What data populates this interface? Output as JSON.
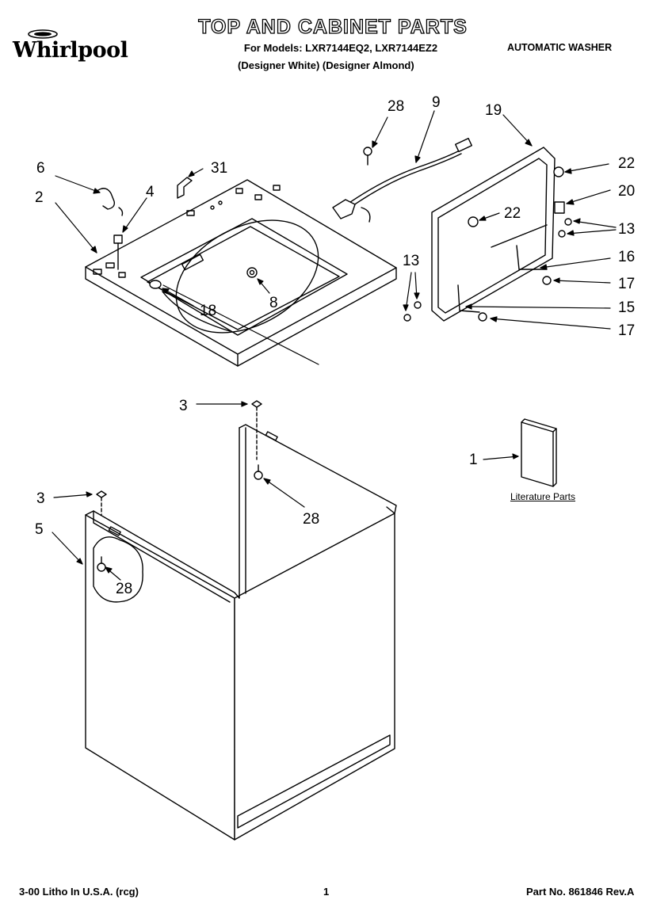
{
  "header": {
    "brand": "Whirlpool",
    "title": "TOP AND CABINET PARTS",
    "models_line": "For Models: LXR7144EQ2, LXR7144EZ2",
    "variants_line": "(Designer White)  (Designer Almond)",
    "product": "AUTOMATIC WASHER"
  },
  "literature_label": "Literature Parts",
  "callouts": {
    "c28_top": "28",
    "c9": "9",
    "c19": "19",
    "c6": "6",
    "c31": "31",
    "c2": "2",
    "c4": "4",
    "c22_right": "22",
    "c20": "20",
    "c22_mid": "22",
    "c13_right": "13",
    "c16": "16",
    "c13_left": "13",
    "c17_upper": "17",
    "c15": "15",
    "c17_lower": "17",
    "c8": "8",
    "c18": "18",
    "c3_upper": "3",
    "c1": "1",
    "c3_lower": "3",
    "c28_mid": "28",
    "c5": "5",
    "c28_low": "28"
  },
  "footer": {
    "left": "3-00 Litho In U.S.A. (rcg)",
    "center": "1",
    "right": "Part No. 861846 Rev.A"
  }
}
